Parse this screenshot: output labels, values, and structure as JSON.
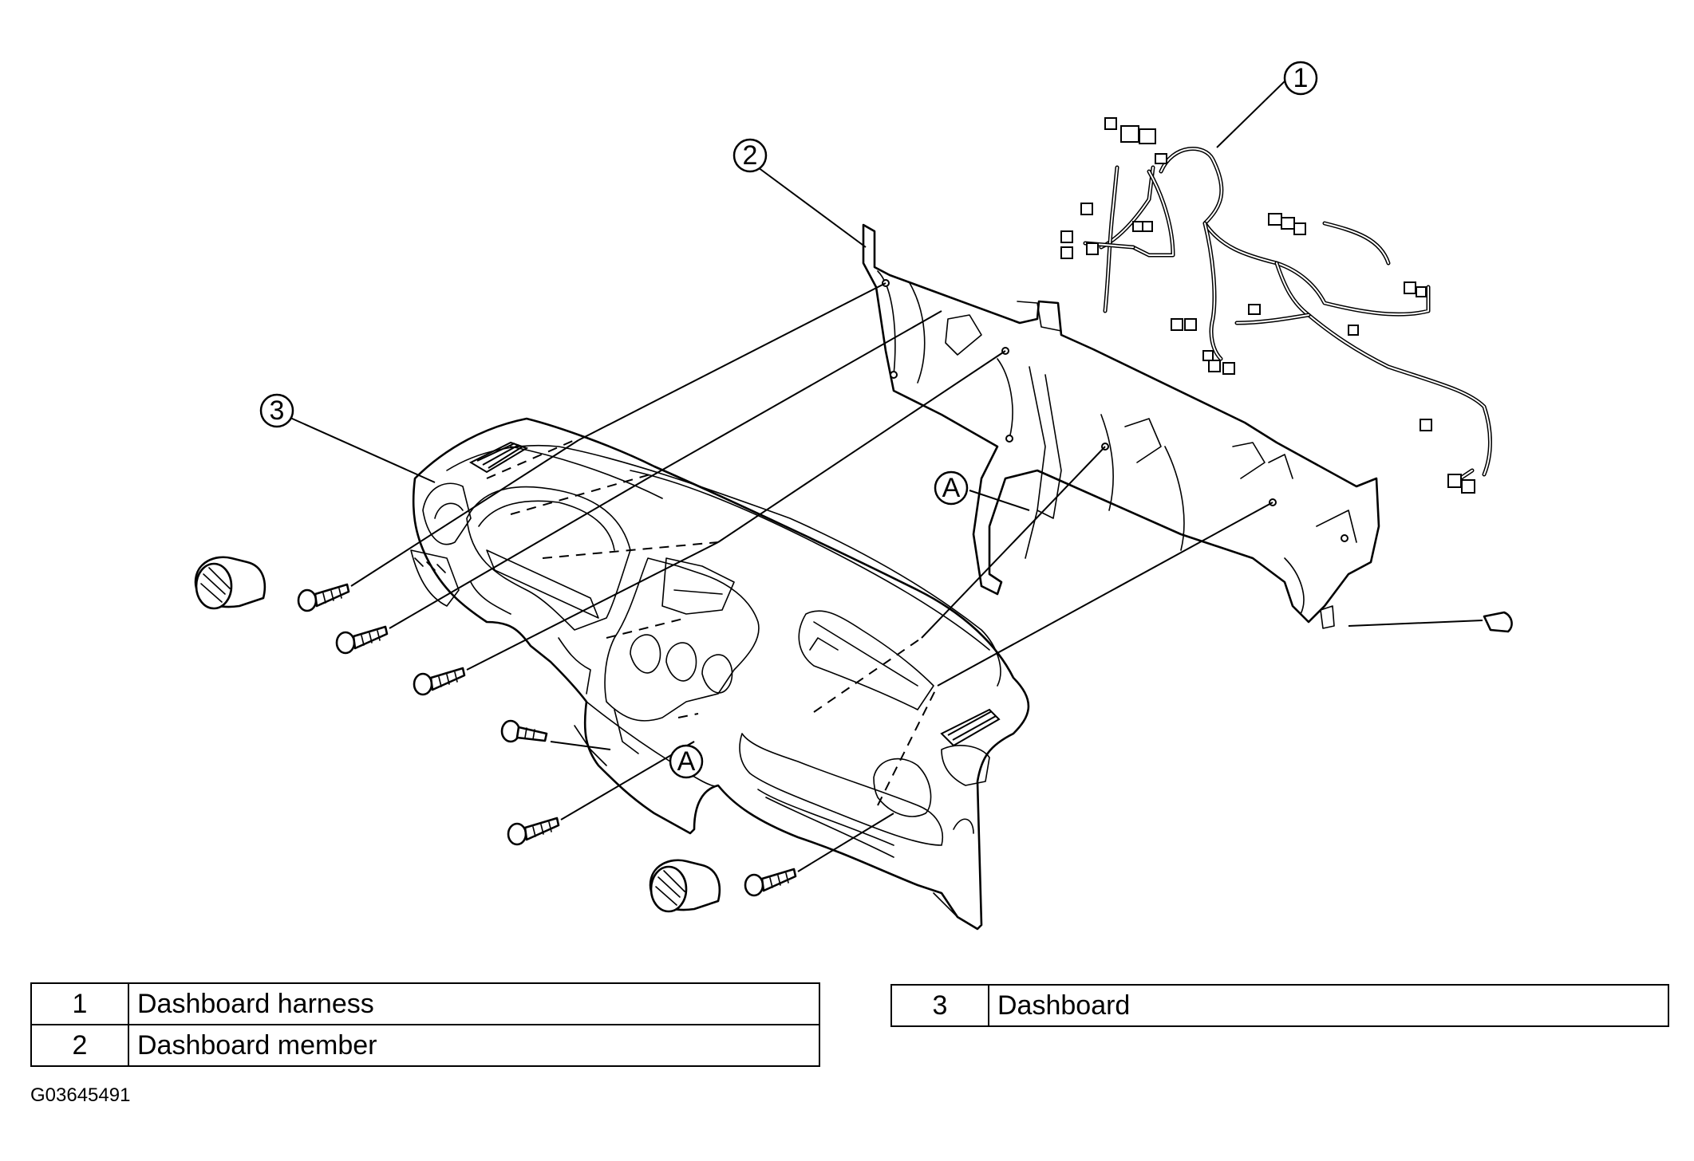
{
  "callouts": [
    {
      "id": "1",
      "label": "1"
    },
    {
      "id": "2",
      "label": "2"
    },
    {
      "id": "3",
      "label": "3"
    },
    {
      "id": "A1",
      "label": "A"
    },
    {
      "id": "A2",
      "label": "A"
    }
  ],
  "legend": {
    "left": [
      {
        "num": "1",
        "name": "Dashboard harness"
      },
      {
        "num": "2",
        "name": "Dashboard member"
      }
    ],
    "right": [
      {
        "num": "3",
        "name": "Dashboard"
      }
    ]
  },
  "figure_code": "G03645491"
}
